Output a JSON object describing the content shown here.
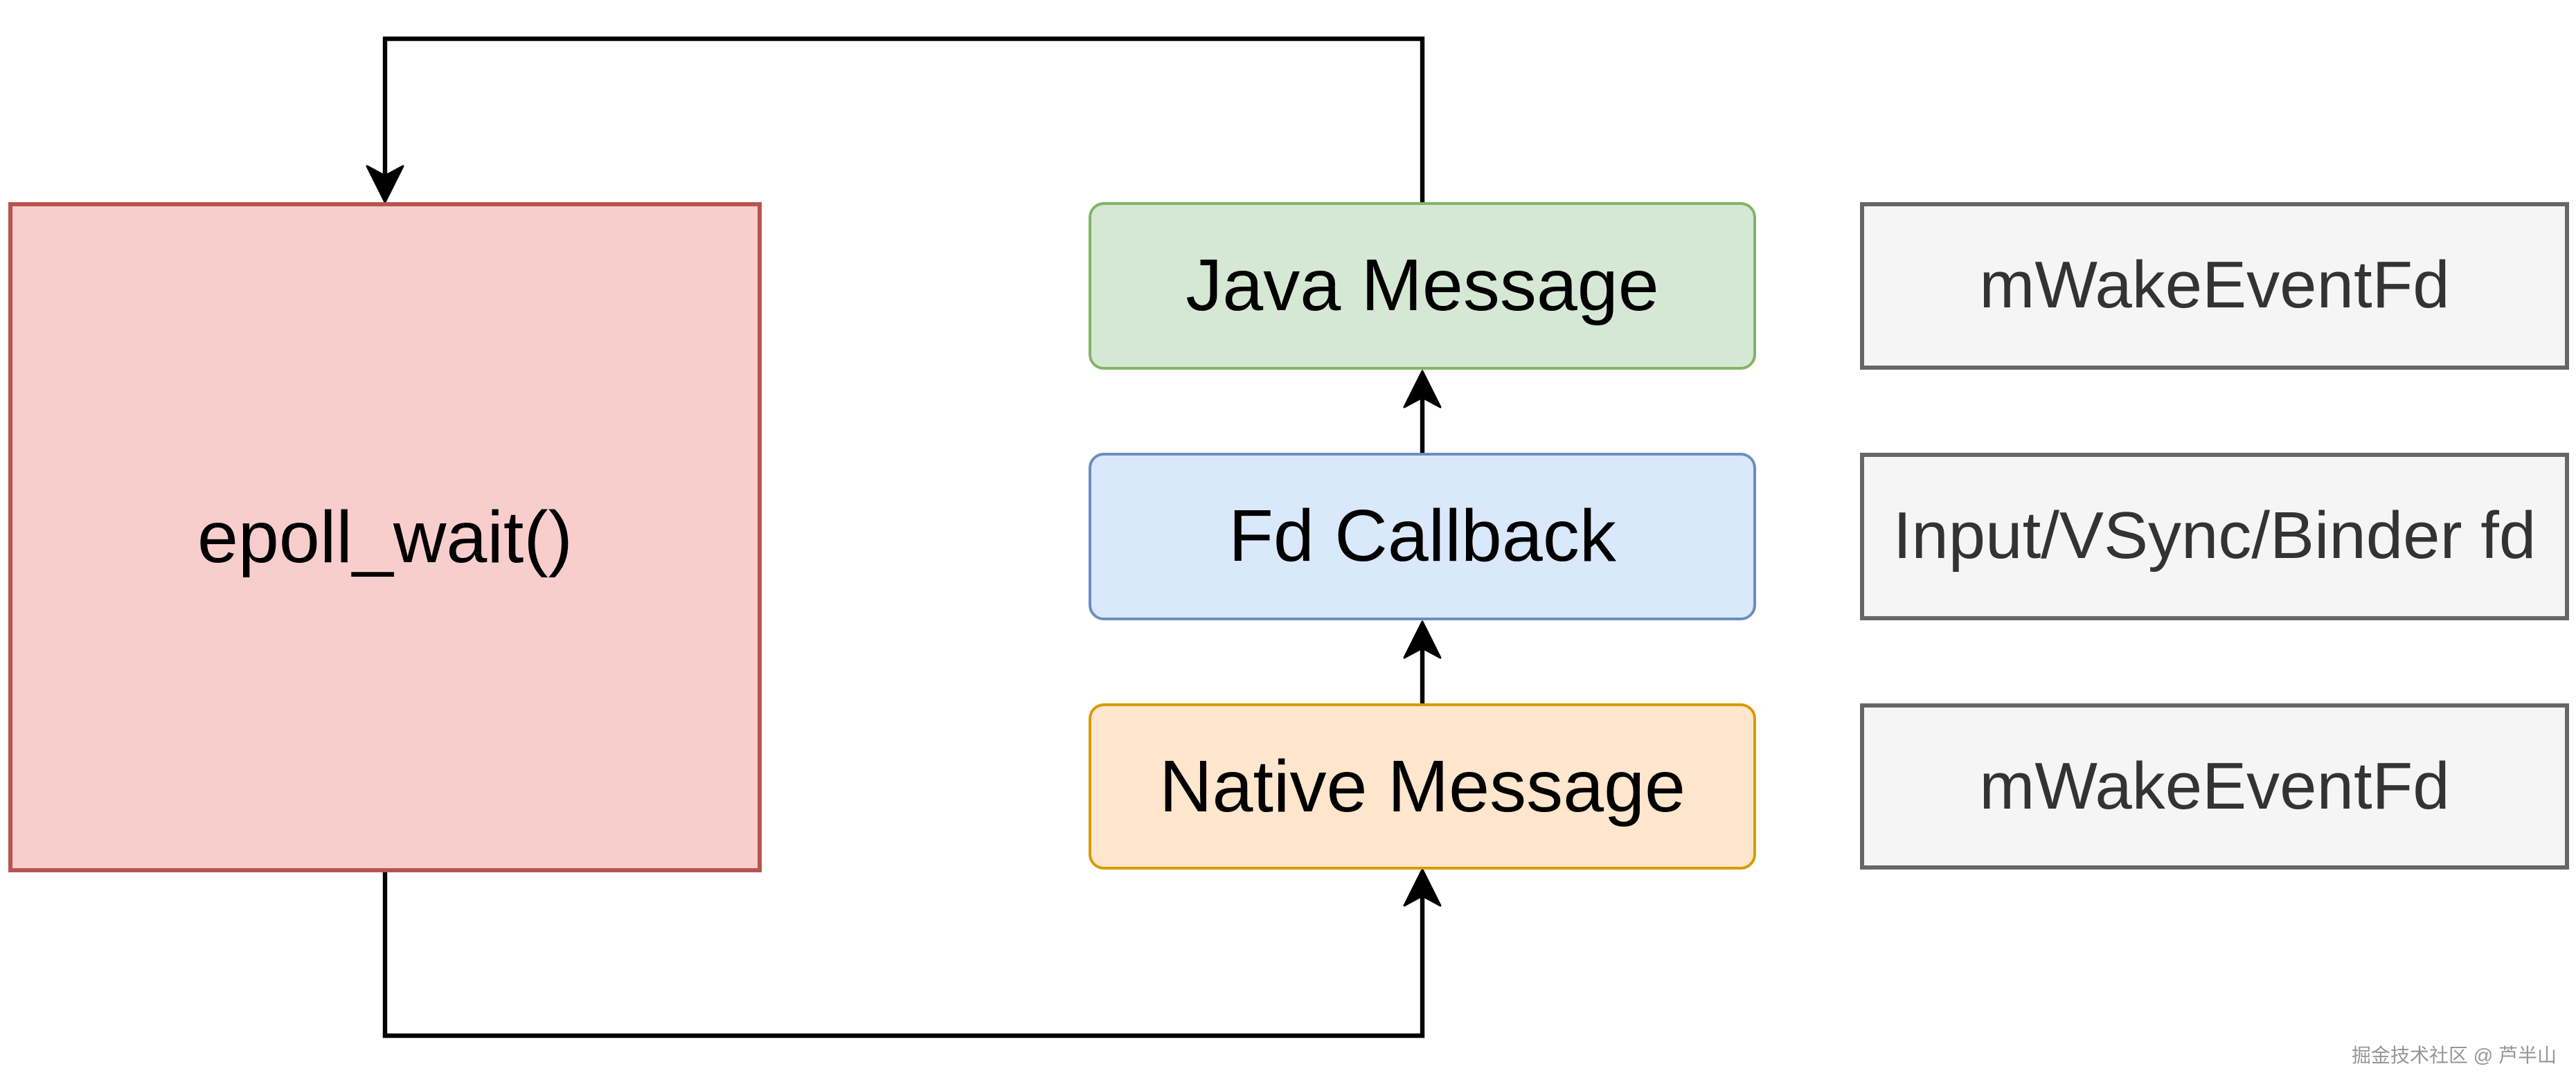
{
  "diagram": {
    "type": "flow-diagram",
    "background": "#ffffff",
    "arrow_color": "#000000",
    "nodes": {
      "epoll": {
        "label": "epoll_wait()",
        "fill": "#F8CECC",
        "stroke": "#B85450"
      },
      "java_message": {
        "label": "Java Message",
        "fill": "#D5E8D4",
        "stroke": "#82B366"
      },
      "fd_callback": {
        "label": "Fd Callback",
        "fill": "#DAE8FC",
        "stroke": "#6C8EBF"
      },
      "native_message": {
        "label": "Native Message",
        "fill": "#FFE6CC",
        "stroke": "#D79B00"
      },
      "wake_event_fd_top": {
        "label": "mWakeEventFd",
        "fill": "#F5F5F5",
        "stroke": "#666666",
        "text_color": "#333333"
      },
      "input_vsync_binder_fd": {
        "label": "Input/VSync/Binder fd",
        "fill": "#F5F5F5",
        "stroke": "#666666",
        "text_color": "#333333"
      },
      "wake_event_fd_bottom": {
        "label": "mWakeEventFd",
        "fill": "#F5F5F5",
        "stroke": "#666666",
        "text_color": "#333333"
      }
    },
    "edges": [
      {
        "from": "java_message",
        "to": "epoll",
        "route": "top-loop",
        "direction": "down-into-epoll"
      },
      {
        "from": "epoll",
        "to": "native_message",
        "route": "bottom-loop",
        "direction": "up-into-native"
      },
      {
        "from": "native_message",
        "to": "fd_callback",
        "direction": "up"
      },
      {
        "from": "fd_callback",
        "to": "java_message",
        "direction": "up"
      }
    ],
    "watermark": "掘金技术社区 @ 芦半山"
  }
}
